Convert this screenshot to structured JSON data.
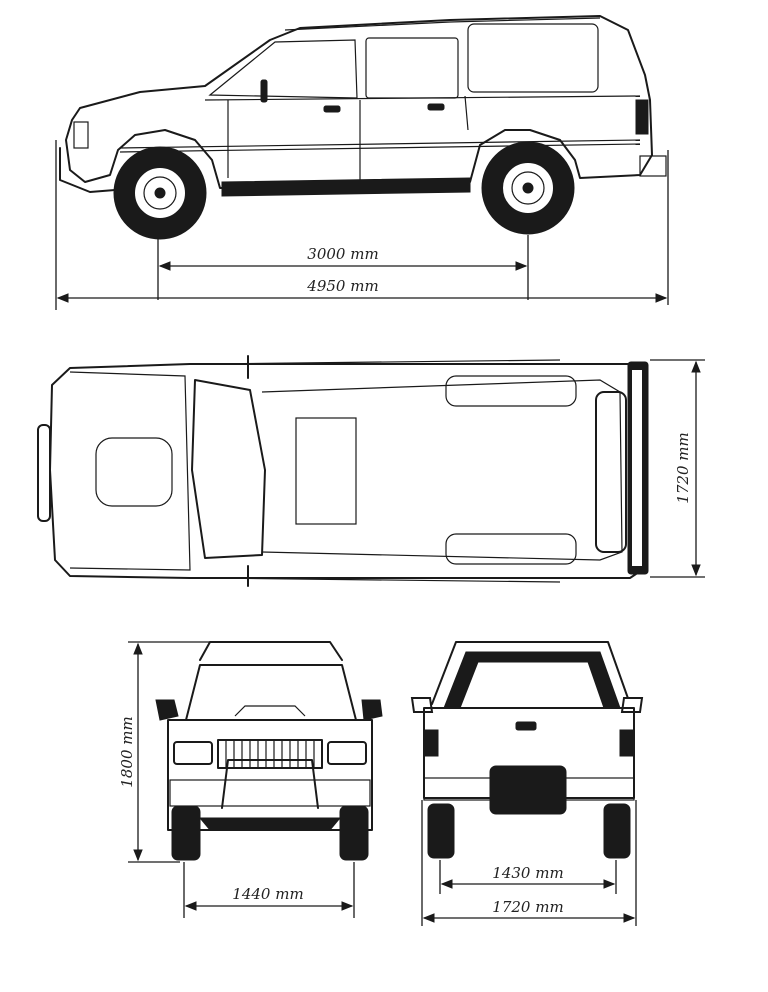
{
  "dimensions": {
    "wheelbase": "3000 mm",
    "overall_length": "4950 mm",
    "overall_width": "1720 mm",
    "overall_height": "1800 mm",
    "front_track": "1440 mm",
    "rear_track": "1430 mm",
    "rear_width": "1720 mm"
  }
}
